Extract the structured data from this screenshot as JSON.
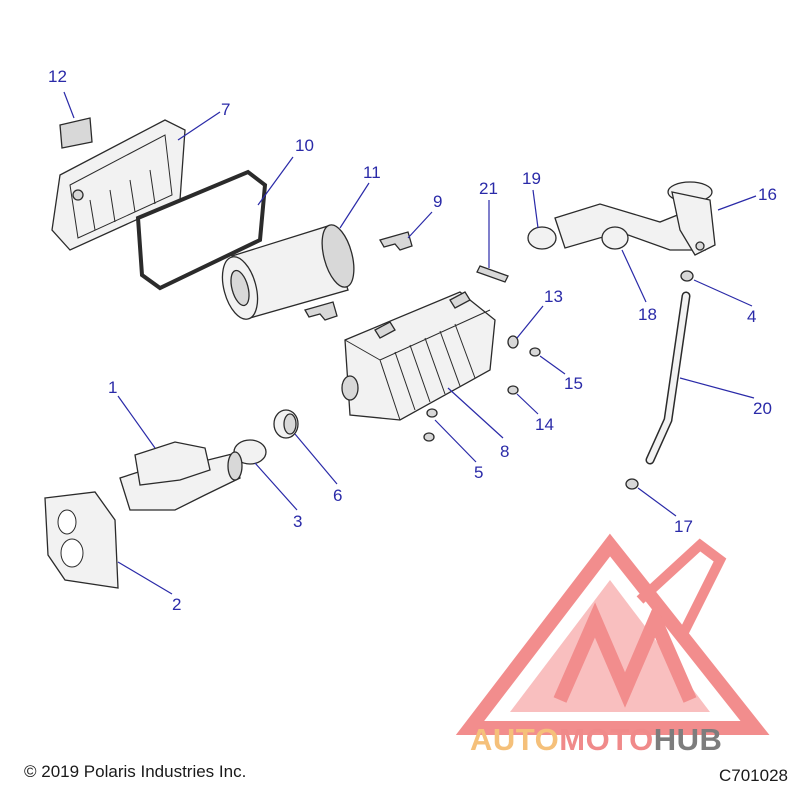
{
  "diagram": {
    "callouts": [
      "12",
      "7",
      "10",
      "11",
      "9",
      "21",
      "19",
      "16",
      "13",
      "4",
      "18",
      "15",
      "20",
      "1",
      "14",
      "8",
      "5",
      "3",
      "6",
      "2",
      "17"
    ],
    "footer": {
      "copyright": "© 2019 Polaris Industries Inc.",
      "catalog_number": "C701028"
    },
    "watermark": {
      "part1": "AUTO",
      "part2": "MOTO",
      "part3": "HUB",
      "color_auto": "#f5c07a",
      "color_moto": "#f08a8a",
      "color_hub": "#7d7d7d",
      "logo_color": "#f07a7a"
    },
    "callout_color": "#2a2aa8"
  }
}
